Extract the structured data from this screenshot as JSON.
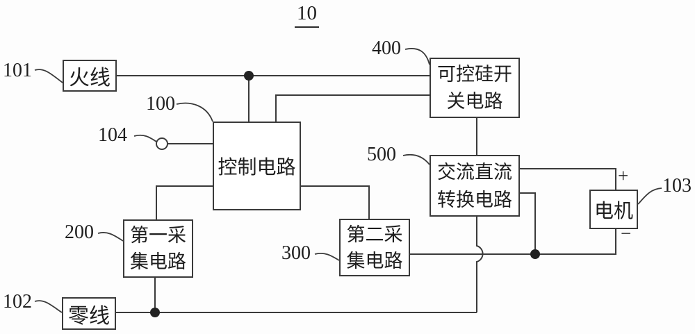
{
  "diagram": {
    "title": "10",
    "blocks": {
      "live_wire": {
        "ref": "101",
        "label": "火线"
      },
      "neutral_wire": {
        "ref": "102",
        "label": "零线"
      },
      "control": {
        "ref": "100",
        "label": "控制电路"
      },
      "terminal": {
        "ref": "104"
      },
      "acq_first": {
        "ref": "200",
        "label": "第一采\n集电路"
      },
      "acq_second": {
        "ref": "300",
        "label": "第二采\n集电路"
      },
      "thyristor": {
        "ref": "400",
        "label": "可控硅开\n关电路"
      },
      "acdc": {
        "ref": "500",
        "label": "交流直流\n转换电路"
      },
      "motor": {
        "ref": "103",
        "label": "电机"
      }
    },
    "polarity": {
      "positive": "+",
      "negative": "−"
    },
    "colors": {
      "line": "#3a3a3a",
      "text": "#1e1e1e",
      "background": "#fdfdfd"
    }
  }
}
